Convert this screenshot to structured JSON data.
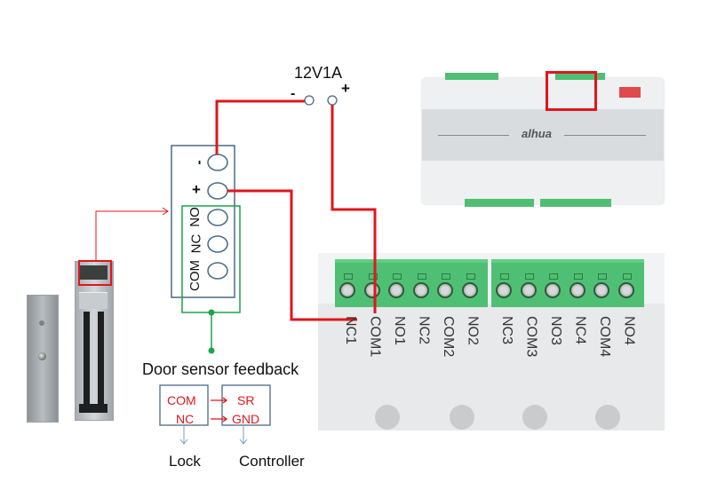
{
  "power_supply": {
    "label": "12V1A",
    "minus": "-",
    "plus": "+"
  },
  "lock_terminal": {
    "labels": [
      "-",
      "+",
      "NO",
      "NC",
      "COM"
    ]
  },
  "controller_terminal": {
    "group1": [
      "NC1",
      "COM1",
      "NO1",
      "NC2",
      "COM2",
      "NO2"
    ],
    "group2": [
      "NC3",
      "COM3",
      "NO3",
      "NC4",
      "COM4",
      "NO4"
    ]
  },
  "controller_brand": "alhua",
  "feedback": {
    "title": "Door sensor feedback",
    "lock_box": [
      "COM",
      "NC"
    ],
    "controller_box": [
      "SR",
      "GND"
    ],
    "lock_label": "Lock",
    "controller_label": "Controller"
  },
  "colors": {
    "wire": "#e0161c",
    "terminal_box": "#4a6a85",
    "sensor_box": "#1aa34a",
    "label_red": "#e0161c",
    "terminal_green": "#4fbf73"
  }
}
